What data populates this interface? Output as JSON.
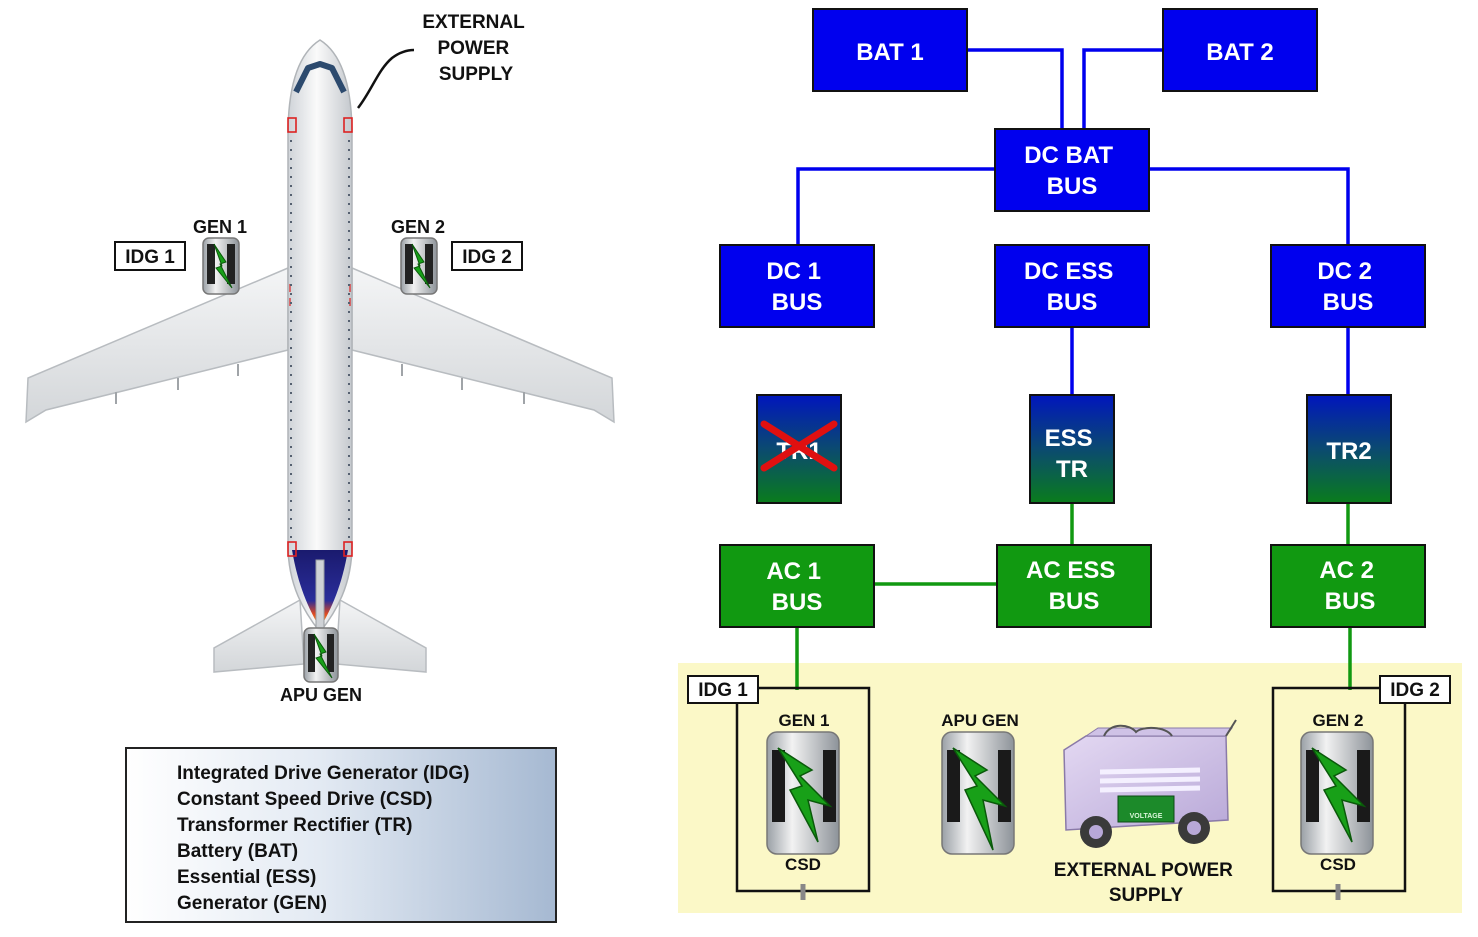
{
  "aircraft": {
    "external_power_label": [
      "EXTERNAL",
      "POWER",
      "SUPPLY"
    ],
    "gen1_label": "GEN 1",
    "gen2_label": "GEN 2",
    "idg1_label": "IDG 1",
    "idg2_label": "IDG 2",
    "apu_gen_label": "APU GEN"
  },
  "schematic": {
    "bat1": "BAT 1",
    "bat2": "BAT 2",
    "dc_bat_bus": [
      "DC BAT",
      "BUS"
    ],
    "dc1_bus": [
      "DC 1",
      "BUS"
    ],
    "dc_ess_bus": [
      "DC ESS",
      "BUS"
    ],
    "dc2_bus": [
      "DC 2",
      "BUS"
    ],
    "tr1": "TR1",
    "ess_tr": [
      "ESS",
      "TR"
    ],
    "tr2": "TR2",
    "ac1_bus": [
      "AC 1",
      "BUS"
    ],
    "ac_ess_bus": [
      "AC ESS",
      "BUS"
    ],
    "ac2_bus": [
      "AC 2",
      "BUS"
    ],
    "idg1": "IDG 1",
    "idg2": "IDG 2",
    "gen1": "GEN 1",
    "gen2": "GEN 2",
    "apu_gen": "APU GEN",
    "csd": "CSD",
    "ext_power": [
      "EXTERNAL POWER",
      "SUPPLY"
    ],
    "cart_tag": "VOLTAGE"
  },
  "legend": [
    "Integrated Drive Generator (IDG)",
    "Constant Speed Drive (CSD)",
    "Transformer Rectifier (TR)",
    "Battery (BAT)",
    "Essential (ESS)",
    "Generator (GEN)"
  ],
  "colors": {
    "dc_blue": "#0000ee",
    "ac_green": "#119911",
    "tr_top": "#0014b8",
    "tr_bottom": "#0a7a1a",
    "gen_zone": "#fbf8c7",
    "failed_cross": "#e01010"
  }
}
